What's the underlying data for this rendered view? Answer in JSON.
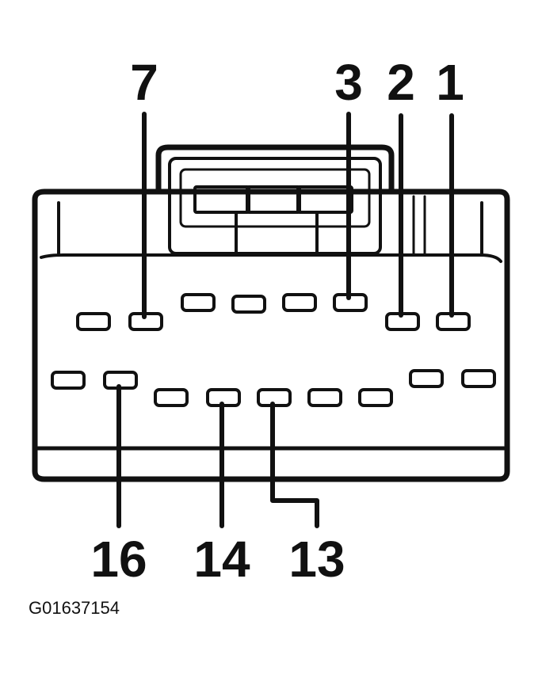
{
  "figure_id": "G01637154",
  "pin_labels": {
    "p7": "7",
    "p3": "3",
    "p2": "2",
    "p1": "1",
    "p16": "16",
    "p14": "14",
    "p13": "13"
  },
  "colors": {
    "ink": "#111111",
    "paper": "#ffffff"
  }
}
